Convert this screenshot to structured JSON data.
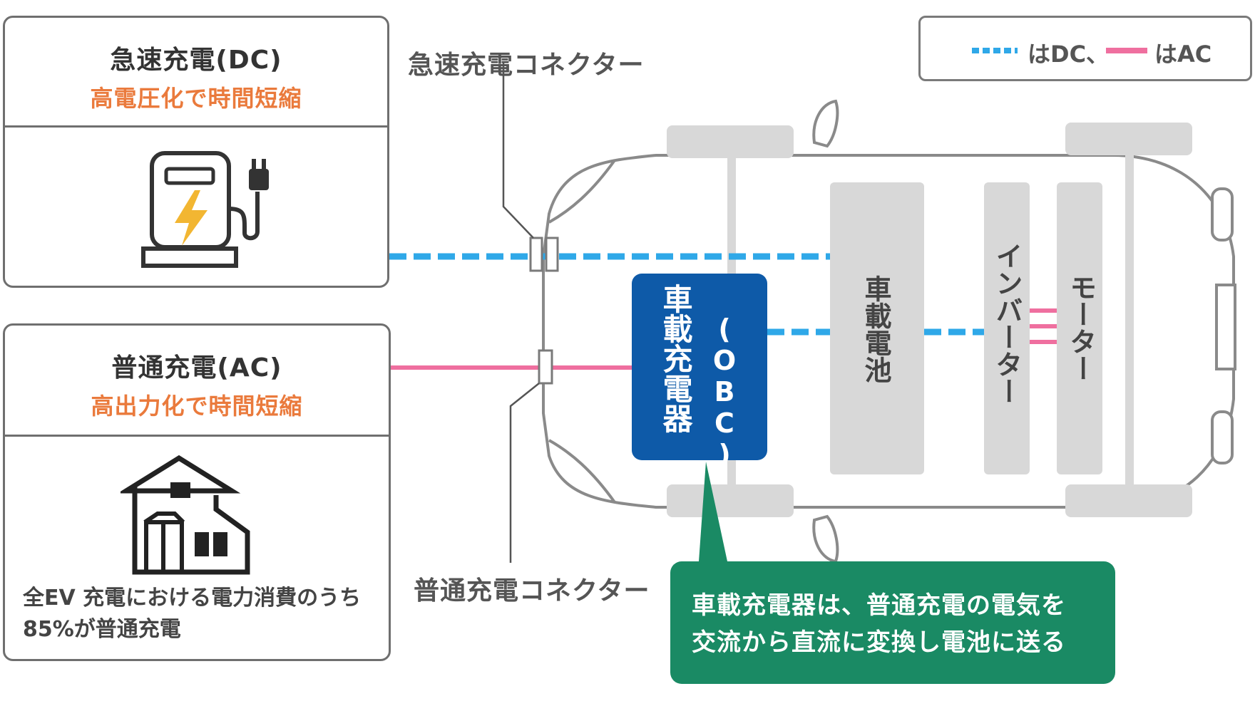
{
  "dc_panel": {
    "title": "急速充電(DC)",
    "subtitle": "高電圧化で時間短縮"
  },
  "ac_panel": {
    "title": "普通充電(AC)",
    "subtitle": "高出力化で時間短縮",
    "caption_line1": "全EV 充電における電力消費のうち",
    "caption_line2": "85%が普通充電"
  },
  "labels": {
    "dc_connector": "急速充電コネクター",
    "ac_connector": "普通充電コネクター"
  },
  "legend": {
    "dc": "はDC、",
    "ac": "はAC"
  },
  "components": {
    "obc_name": "車載充電器",
    "obc_abbr": "(OBC)",
    "battery": "車載電池",
    "inverter": "インバーター",
    "motor": "モーター"
  },
  "note": {
    "line1": "車載充電器は、普通充電の電気を",
    "line2": "交流から直流に変換し電池に送る"
  },
  "colors": {
    "dc_line": "#2fa8e8",
    "ac_line": "#ef6f9f",
    "obc_box": "#0e5aa8",
    "note_box": "#1a8a64",
    "accent_orange": "#ea7a3c",
    "component_gray": "#d8d8d8",
    "outline_gray": "#7a7a7a"
  },
  "icons": {
    "dc_panel_icon": "ev-charging-station-icon",
    "ac_panel_icon": "house-icon"
  }
}
